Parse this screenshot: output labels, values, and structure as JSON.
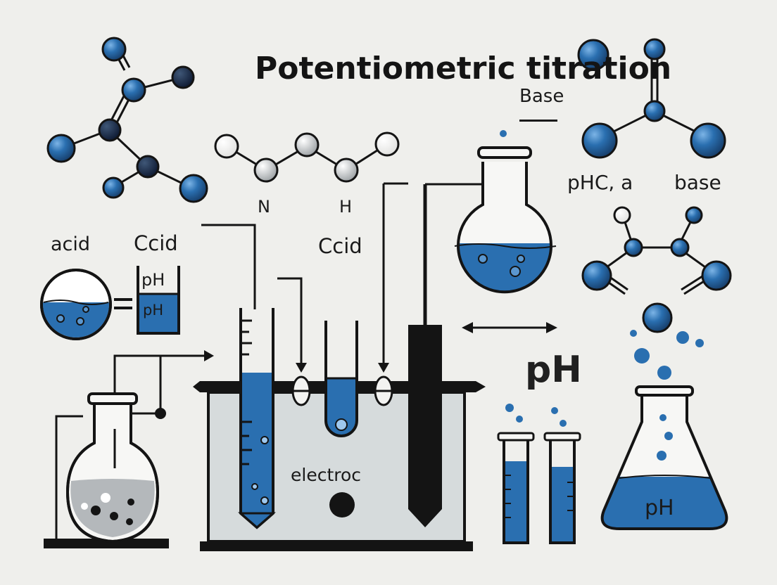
{
  "title": "Potentiometric titration",
  "labels": {
    "base_top": "Base",
    "phc_a": "pHC, a",
    "base_right": "base",
    "n": "N",
    "h": "H",
    "acid": "acid",
    "ccid_left": "Ccid",
    "ccid_center": "Ccid",
    "ph_small_top": "pH",
    "ph_small_box": "pH",
    "ph_big": "pH",
    "electrode": "electroc",
    "ph_flask": "pH"
  },
  "colors": {
    "background": "#efefec",
    "blue": "#2a6fb0",
    "navy": "#0e1a33",
    "grey": "#b4b8bb",
    "ink": "#141414"
  },
  "icons": [
    "molecule-icon",
    "beaker-icon",
    "erlenmeyer-flask-icon",
    "round-flask-icon",
    "burette-icon",
    "test-tube-icon",
    "electrode-icon",
    "double-arrow-icon"
  ]
}
